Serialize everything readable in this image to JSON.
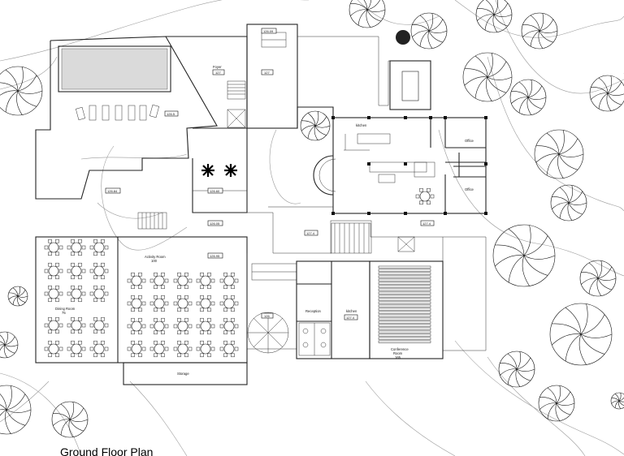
{
  "drawing": {
    "title": "Ground Floor Plan"
  },
  "rooms": {
    "foyer": "Foyer",
    "kitchen_top": "kitchen",
    "office_1": "Office",
    "office_2": "Office",
    "activity_room": "Activity Room",
    "activity_room_area": "100",
    "dining_room": "Dining Room",
    "dining_room_area": "75",
    "storage": "Storage",
    "reception": "Reception",
    "kitchen_bottom": "kitchen",
    "conference_room": "Conference",
    "conference_room_2": "Room",
    "conference_room_area": "165"
  },
  "tags": {
    "t126_09": "126.09",
    "t127_a": "127",
    "t127_b": "127",
    "t126_5": "126.5",
    "t126_84": "126.84",
    "t126_60": "126.60",
    "t126_05": "126.05",
    "t126_95": "126.95",
    "t127_4a": "127.4",
    "t127_4b": "127.4",
    "t127_4c": "127.4",
    "t126": "126"
  }
}
